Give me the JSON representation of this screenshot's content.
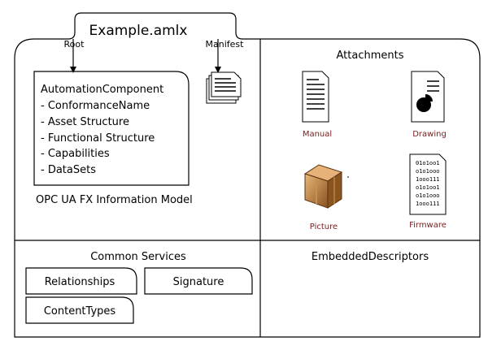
{
  "package": {
    "title": "Example.amlx"
  },
  "links": {
    "root": "Root",
    "manifest": "Manifest"
  },
  "model": {
    "header": "AutomationComponent",
    "items": [
      "- ConformanceName",
      "- Asset Structure",
      "- Functional Structure",
      "- Capabilities",
      "- DataSets"
    ],
    "caption": "OPC UA FX Information Model"
  },
  "attachments": {
    "title": "Attachments",
    "files": {
      "manual": "Manual",
      "drawing": "Drawing",
      "picture": "Picture",
      "firmware": "Firmware"
    },
    "firmware_lines": [
      "01o1oo1",
      "o1o1ooo",
      "1ooo111",
      "o1o1oo1",
      "o1o1ooo",
      "1ooo111"
    ]
  },
  "common_services": {
    "title": "Common Services",
    "items": {
      "relationships": "Relationships",
      "signature": "Signature",
      "content_types": "ContentTypes"
    }
  },
  "embedded": {
    "title": "EmbeddedDescriptors"
  },
  "colors": {
    "line": "#000000",
    "file_label": "#7a2020",
    "box_brown": "#b07030"
  }
}
